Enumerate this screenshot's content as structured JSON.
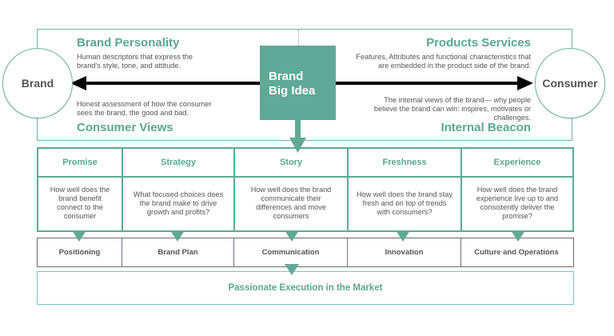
{
  "diagram": {
    "left_node": "Brand",
    "right_node": "Consumer",
    "center": {
      "line1": "Brand",
      "line2": "Big Idea"
    },
    "quadrants": {
      "top_left": {
        "title": "Brand Personality",
        "description": "Human descriptors that express the brand's style, tone, and attitude."
      },
      "bottom_left": {
        "title": "Consumer Views",
        "description": "Honest assessment of how the consumer sees the brand, the good and bad."
      },
      "top_right": {
        "title": "Products Services",
        "description": "Features, Attributes and functional characteristics that are embedded in the product side of the brand."
      },
      "bottom_right": {
        "title": "Internal Beacon",
        "description": "The internal views of the brand— why people believe the brand can win: inspires, motivates or challenges."
      }
    },
    "pillars": [
      {
        "title": "Promise",
        "question": "How well does the brand benefit connect to the consumer",
        "output": "Positioning"
      },
      {
        "title": "Strategy",
        "question": "What focused choices does the brand make to drive growth and profits?",
        "output": "Brand Plan"
      },
      {
        "title": "Story",
        "question": "How well does the brand communicate their differences and move consumers",
        "output": "Communication"
      },
      {
        "title": "Freshness",
        "question": "How well does the brand stay fresh and on top of trends with consumers?",
        "output": "Innovation"
      },
      {
        "title": "Experience",
        "question": "How well does the brand experience live up to and consistently deliver the promise?",
        "output": "Culture and Operations"
      }
    ],
    "footer": "Passionate Execution in the Market",
    "colors": {
      "accent": "#5fa996",
      "heading": "#5aa891",
      "text": "#555555",
      "arrow": "#000000",
      "footer_border": "#7cc1c9"
    }
  }
}
